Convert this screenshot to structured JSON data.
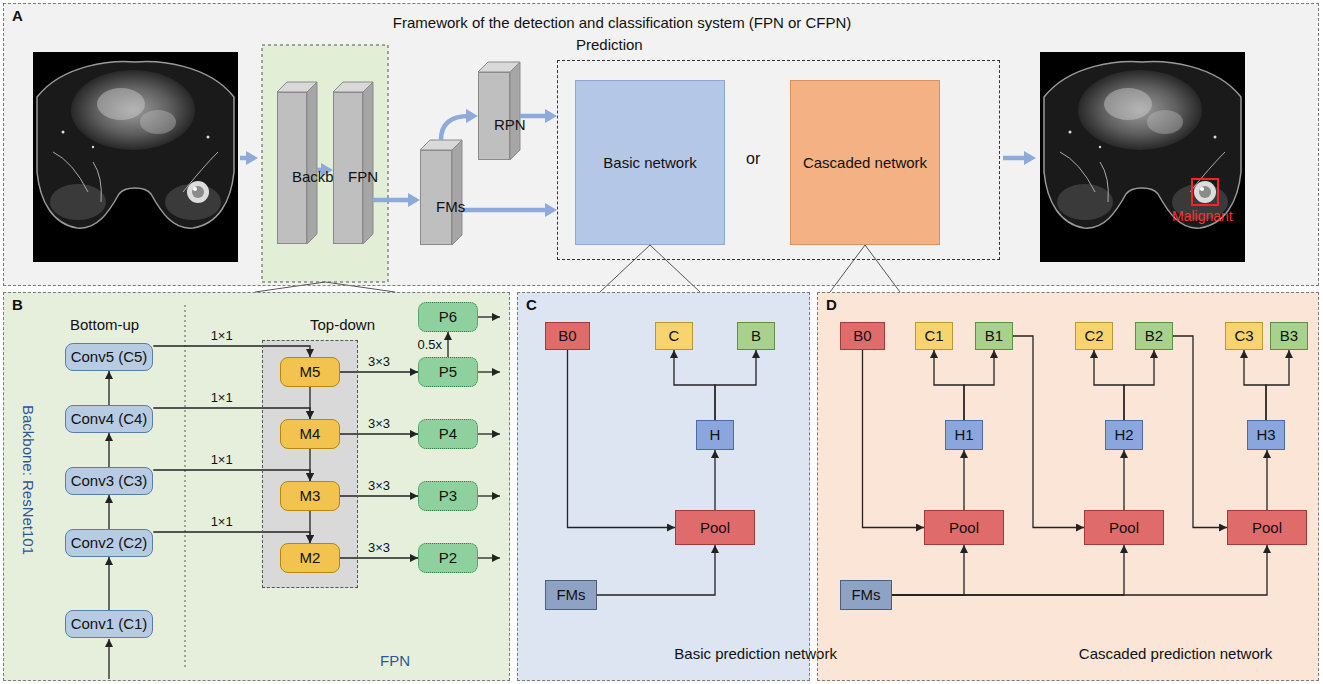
{
  "diagram": {
    "nodes": [
      {
        "text": [
          "A",
          "Framework of the detection and classification system (FPN or CFPN)"
        ]
      },
      {
        "text": [
          "Backbone"
        ],
        "in": 0
      },
      {
        "text": [
          "FPN"
        ],
        "in": 0
      },
      {
        "text": [
          "FMs"
        ],
        "in": 0
      },
      {
        "text": [
          "RPN"
        ],
        "in": 0
      },
      {
        "text": [
          "Prediction"
        ],
        "in": 0
      },
      {
        "text": [
          "Basic network"
        ],
        "in": 5
      },
      {
        "text": [
          "Cascaded network"
        ],
        "in": 5
      },
      {
        "text": [
          "B"
        ]
      },
      {
        "text": [
          "Top-down"
        ],
        "in": 8
      },
      {
        "text": [
          "Conv5 (C5)"
        ],
        "in": 8
      },
      {
        "text": [
          "Conv4 (C4)"
        ],
        "in": 8
      },
      {
        "text": [
          "Conv3 (C3)"
        ],
        "in": 8
      },
      {
        "text": [
          "Conv2 (C2)"
        ],
        "in": 8
      },
      {
        "text": [
          "Conv1 (C1)"
        ],
        "in": 8
      },
      {
        "text": [
          "M5"
        ],
        "in": 9
      },
      {
        "text": [
          "M4"
        ],
        "in": 9
      },
      {
        "text": [
          "M3"
        ],
        "in": 9
      },
      {
        "text": [
          "M2"
        ],
        "in": 9
      },
      {
        "text": [
          "P6"
        ],
        "in": 8
      },
      {
        "text": [
          "P5"
        ],
        "in": 8
      },
      {
        "text": [
          "P4"
        ],
        "in": 8
      },
      {
        "text": [
          "P3"
        ],
        "in": 8
      },
      {
        "text": [
          "P2"
        ],
        "in": 8
      },
      {
        "text": [
          "C",
          "Basic prediction network"
        ]
      },
      {
        "text": [
          "B0"
        ],
        "in": 24
      },
      {
        "text": [
          "C"
        ],
        "in": 24
      },
      {
        "text": [
          "B"
        ],
        "in": 24
      },
      {
        "text": [
          "H"
        ],
        "in": 24
      },
      {
        "text": [
          "Pool"
        ],
        "in": 24
      },
      {
        "text": [
          "FMs"
        ],
        "in": 24
      },
      {
        "text": [
          "D",
          "Cascaded prediction network"
        ]
      },
      {
        "text": [
          "B0"
        ],
        "in": 31
      },
      {
        "text": [
          "C1"
        ],
        "in": 31
      },
      {
        "text": [
          "B1"
        ],
        "in": 31
      },
      {
        "text": [
          "C2"
        ],
        "in": 31
      },
      {
        "text": [
          "B2"
        ],
        "in": 31
      },
      {
        "text": [
          "C3"
        ],
        "in": 31
      },
      {
        "text": [
          "B3"
        ],
        "in": 31
      },
      {
        "text": [
          "H1"
        ],
        "in": 31
      },
      {
        "text": [
          "H2"
        ],
        "in": 31
      },
      {
        "text": [
          "H3"
        ],
        "in": 31
      },
      {
        "text": [
          "Pool"
        ],
        "in": 31
      },
      {
        "text": [
          "Pool"
        ],
        "in": 31
      },
      {
        "text": [
          "Pool"
        ],
        "in": 31
      },
      {
        "text": [
          "FMs"
        ],
        "in": 31
      }
    ],
    "edges": [
      {
        "from": 1,
        "to": 2,
        "arrow": "to"
      },
      {
        "from": 2,
        "to": 3,
        "arrow": "to"
      },
      {
        "from": 3,
        "to": 4,
        "arrow": "to"
      },
      {
        "from": 4,
        "to": 5,
        "arrow": "to"
      },
      {
        "from": 3,
        "to": 5,
        "arrow": "to"
      },
      {
        "from": 14,
        "to": 13,
        "arrow": "to"
      },
      {
        "from": 13,
        "to": 12,
        "arrow": "to"
      },
      {
        "from": 12,
        "to": 11,
        "arrow": "to"
      },
      {
        "from": 11,
        "to": 10,
        "arrow": "to"
      },
      {
        "from": 10,
        "to": 15,
        "label": "1×1",
        "arrow": "to"
      },
      {
        "from": 11,
        "to": 16,
        "label": "1×1",
        "arrow": "to"
      },
      {
        "from": 12,
        "to": 17,
        "label": "1×1",
        "arrow": "to"
      },
      {
        "from": 13,
        "to": 18,
        "label": "1×1",
        "arrow": "to"
      },
      {
        "from": 15,
        "to": 16,
        "arrow": "to"
      },
      {
        "from": 16,
        "to": 17,
        "arrow": "to"
      },
      {
        "from": 17,
        "to": 18,
        "arrow": "to"
      },
      {
        "from": 15,
        "to": 20,
        "label": "3×3",
        "arrow": "to"
      },
      {
        "from": 16,
        "to": 21,
        "label": "3×3",
        "arrow": "to"
      },
      {
        "from": 17,
        "to": 22,
        "label": "3×3",
        "arrow": "to"
      },
      {
        "from": 18,
        "to": 23,
        "label": "3×3",
        "arrow": "to"
      },
      {
        "from": 20,
        "to": 19,
        "label": "0.5x",
        "arrow": "to"
      },
      {
        "from": 25,
        "to": 29,
        "arrow": "to"
      },
      {
        "from": 30,
        "to": 29,
        "arrow": "to"
      },
      {
        "from": 29,
        "to": 28,
        "arrow": "to"
      },
      {
        "from": 28,
        "to": 26,
        "arrow": "to"
      },
      {
        "from": 28,
        "to": 27,
        "arrow": "to"
      },
      {
        "from": 32,
        "to": 42,
        "arrow": "to"
      },
      {
        "from": 45,
        "to": 42,
        "arrow": "to"
      },
      {
        "from": 45,
        "to": 43,
        "arrow": "to"
      },
      {
        "from": 45,
        "to": 44,
        "arrow": "to"
      },
      {
        "from": 42,
        "to": 39,
        "arrow": "to"
      },
      {
        "from": 39,
        "to": 33,
        "arrow": "to"
      },
      {
        "from": 39,
        "to": 34,
        "arrow": "to"
      },
      {
        "from": 34,
        "to": 43,
        "arrow": "to"
      },
      {
        "from": 43,
        "to": 40,
        "arrow": "to"
      },
      {
        "from": 40,
        "to": 35,
        "arrow": "to"
      },
      {
        "from": 40,
        "to": 36,
        "arrow": "to"
      },
      {
        "from": 36,
        "to": 44,
        "arrow": "to"
      },
      {
        "from": 44,
        "to": 41,
        "arrow": "to"
      },
      {
        "from": 41,
        "to": 37,
        "arrow": "to"
      },
      {
        "from": 41,
        "to": 38,
        "arrow": "to"
      }
    ],
    "labels": [
      "Malignant",
      "or",
      "Bottom-up",
      "Backbone: ResNet101",
      "FPN"
    ]
  }
}
